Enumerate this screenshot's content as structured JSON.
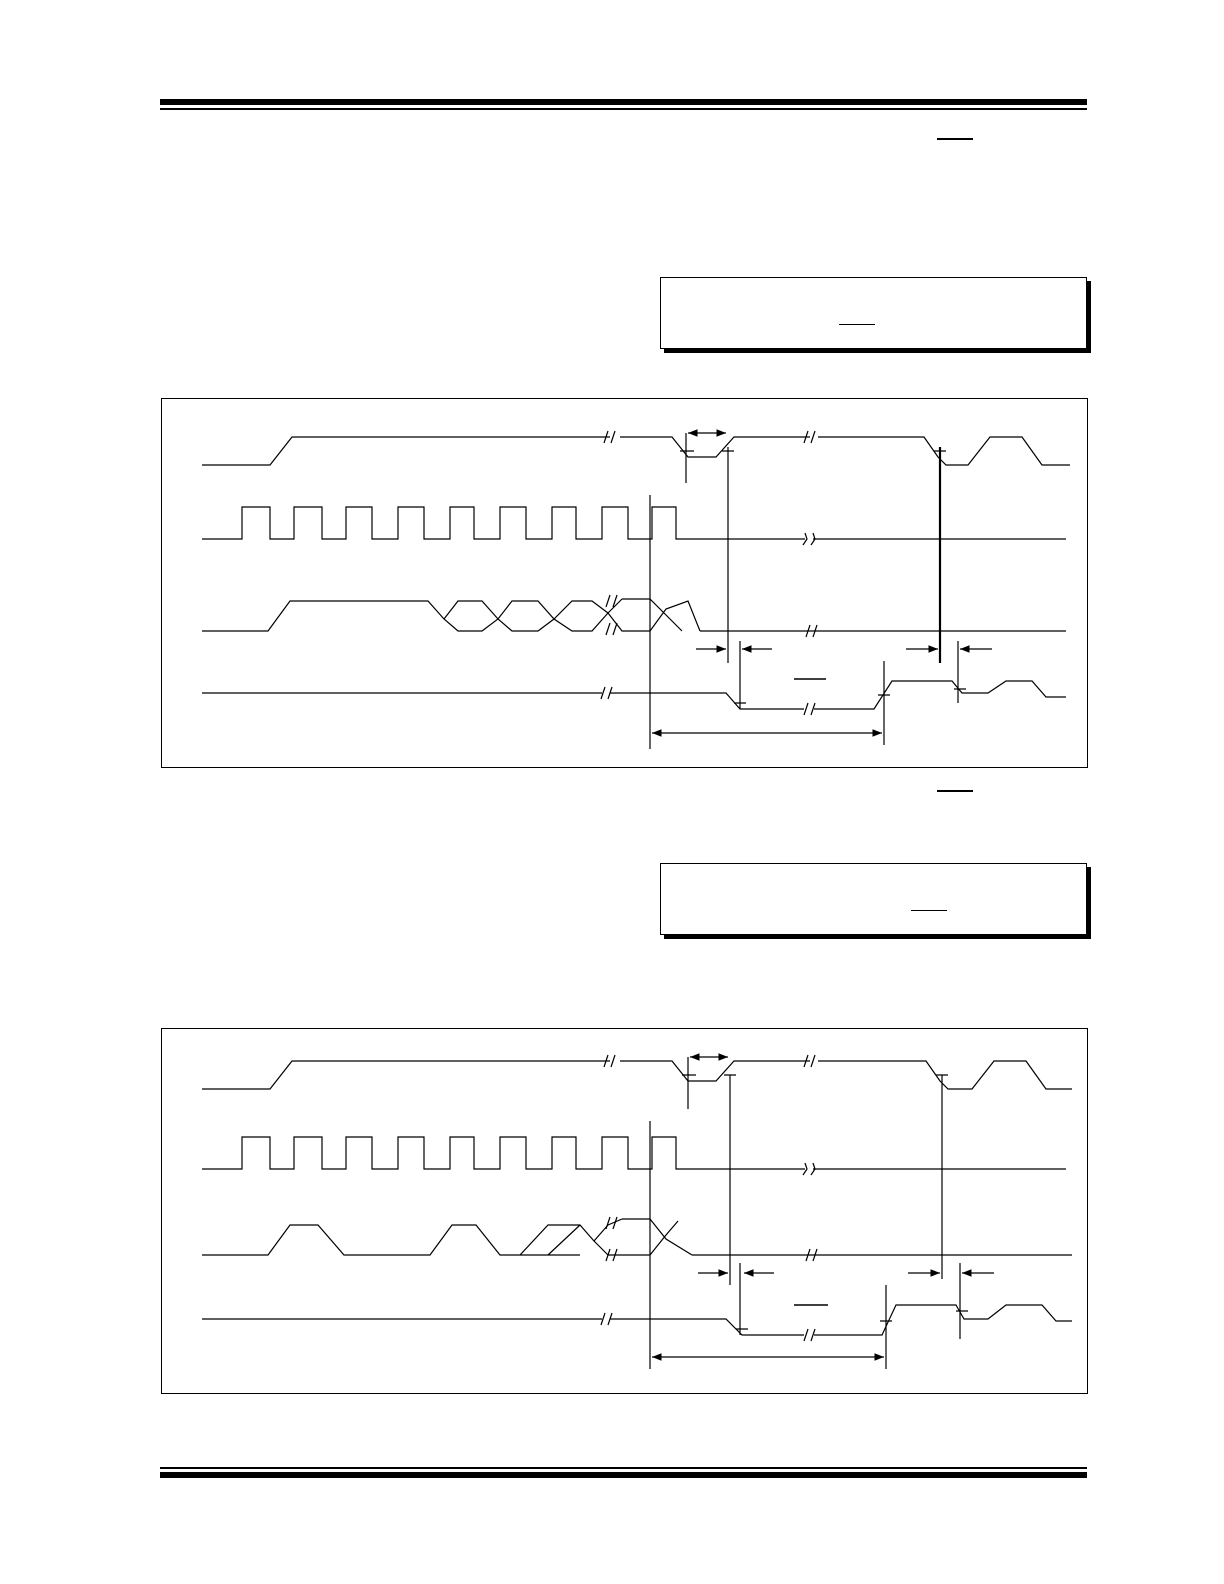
{
  "page": {
    "header_rule": "double",
    "footer_rule": "double"
  },
  "figures": [
    {
      "id": "timing-1",
      "signals": [
        "signal-1",
        "signal-2",
        "signal-3",
        "signal-4"
      ],
      "style": {
        "line": "#000000",
        "background": "#ffffff"
      }
    },
    {
      "id": "timing-2",
      "signals": [
        "signal-1",
        "signal-2",
        "signal-3",
        "signal-4"
      ],
      "style": {
        "line": "#000000",
        "background": "#ffffff"
      }
    }
  ],
  "notes": [
    {
      "id": "note-1",
      "text": ""
    },
    {
      "id": "note-2",
      "text": ""
    }
  ]
}
